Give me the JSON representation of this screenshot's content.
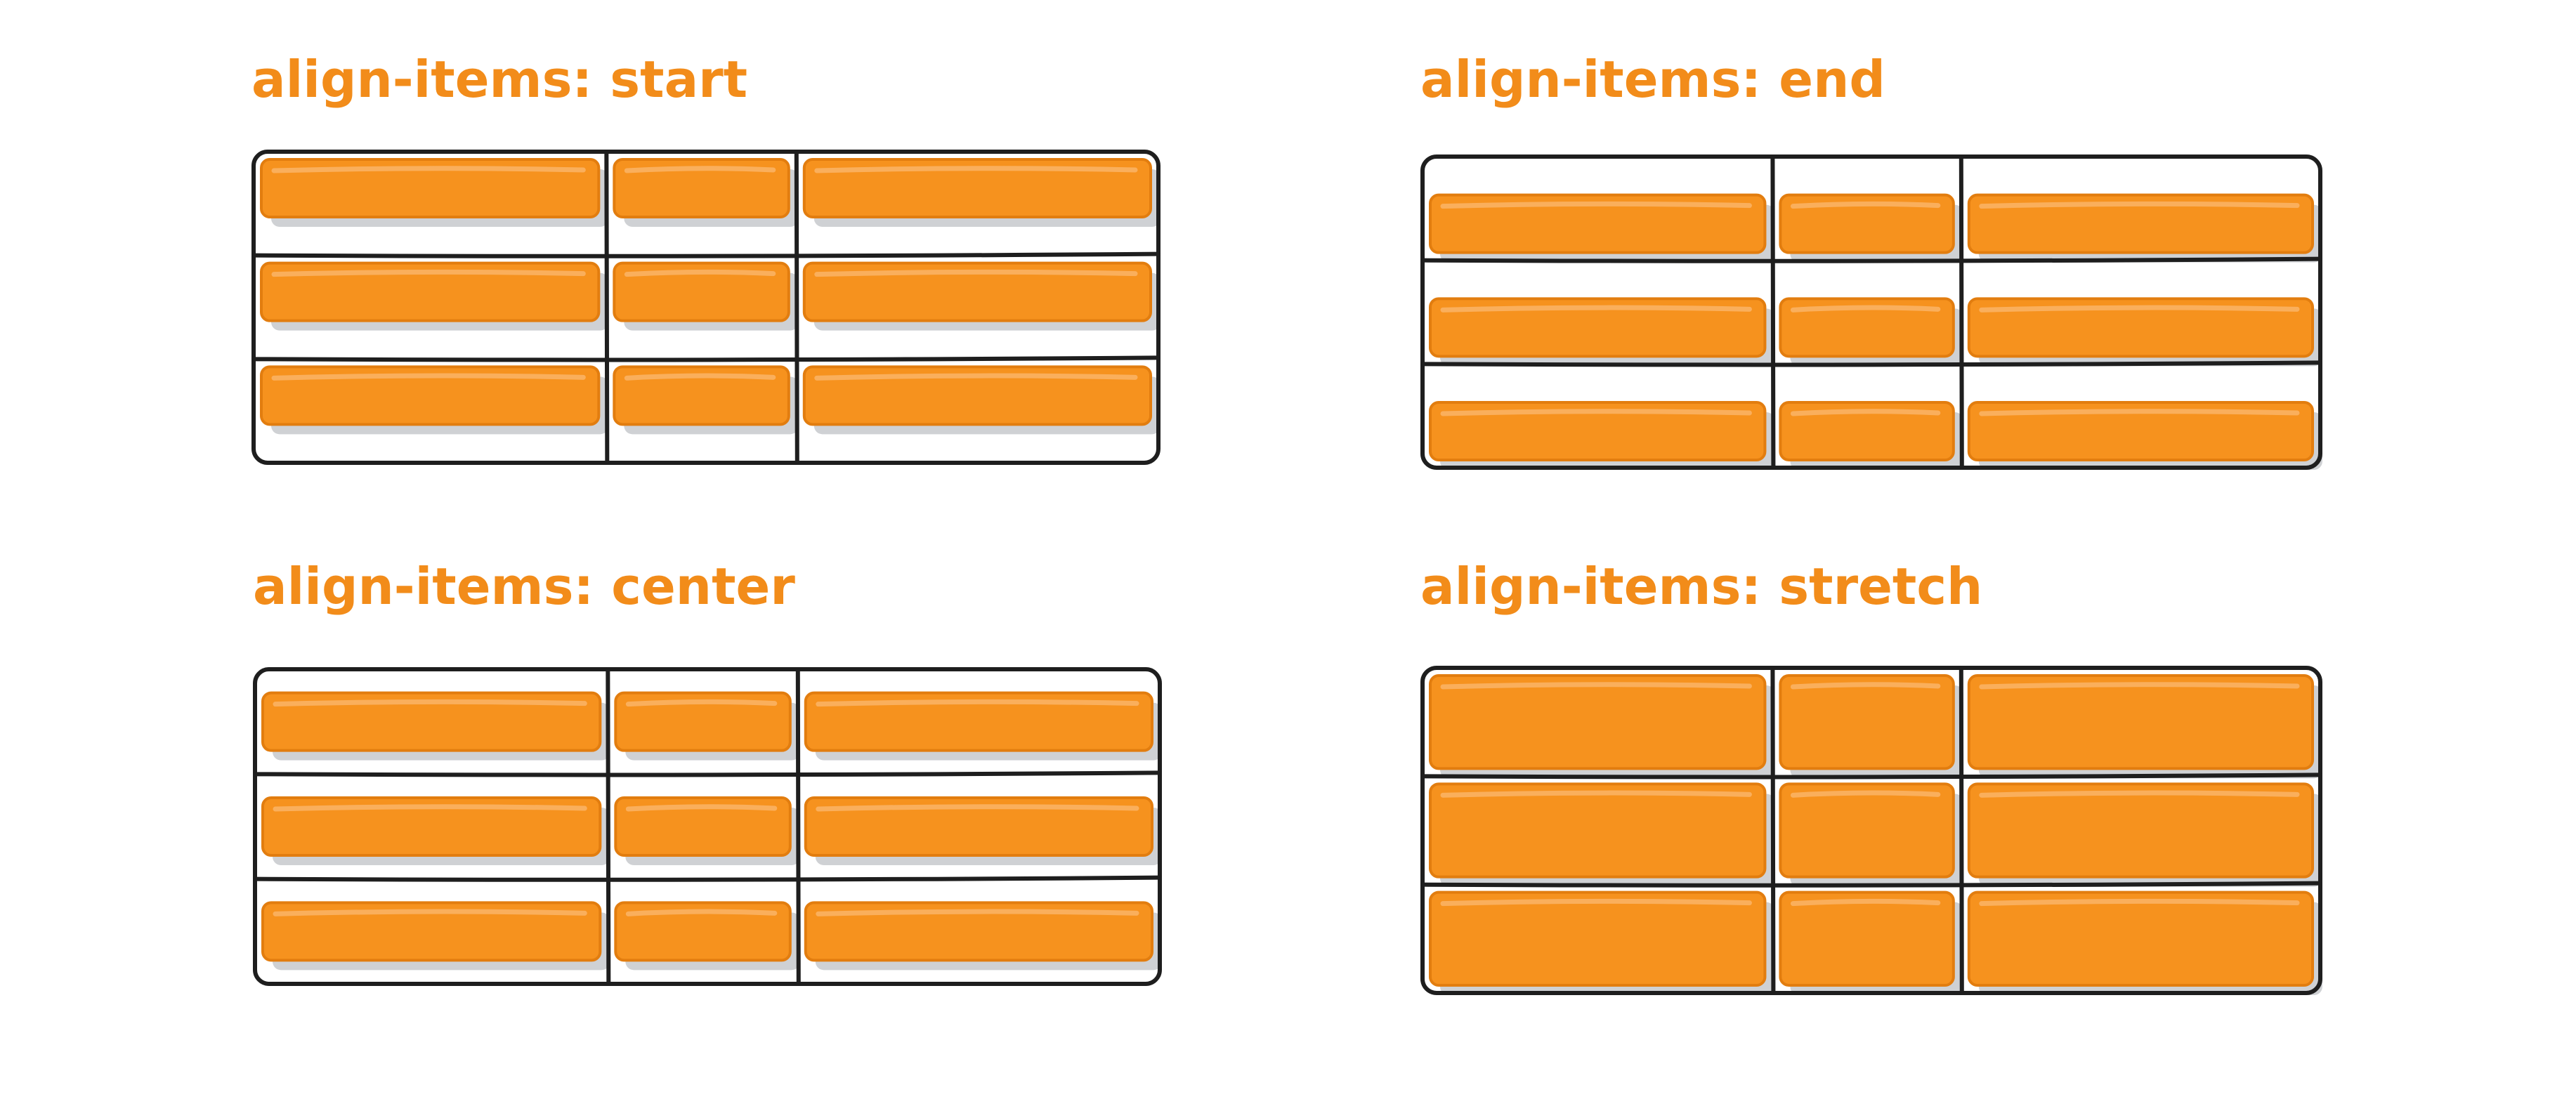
{
  "colors": {
    "title": "#f28c1a",
    "item_fill": "#f6921e",
    "item_stroke": "#e27d0f",
    "item_highlight": "#fbb363",
    "item_shadow": "#cfd1d4",
    "grid_line": "#1e1e1e",
    "background": "#ffffff"
  },
  "panels": [
    {
      "title": "align-items: start",
      "align": "start"
    },
    {
      "title": "align-items: end",
      "align": "end"
    },
    {
      "title": "align-items: center",
      "align": "center"
    },
    {
      "title": "align-items: stretch",
      "align": "stretch"
    }
  ],
  "grid": {
    "columns": 3,
    "rows": 3,
    "column_ratios": [
      0.39,
      0.21,
      0.4
    ]
  }
}
